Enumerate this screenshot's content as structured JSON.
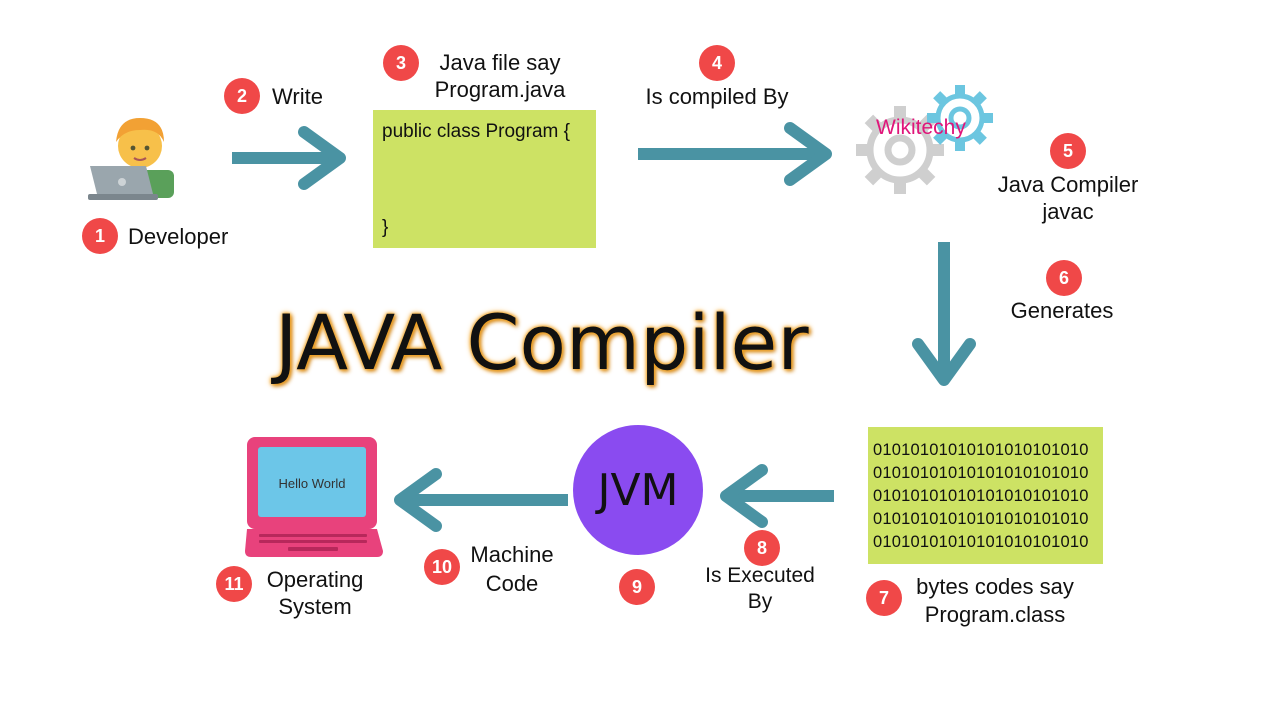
{
  "title": "JAVA Compiler",
  "steps": [
    {
      "num": "1",
      "label": "Developer"
    },
    {
      "num": "2",
      "label": "Write"
    },
    {
      "num": "3",
      "label_line1": "Java file say",
      "label_line2": "Program.java"
    },
    {
      "num": "4",
      "label": "Is compiled By"
    },
    {
      "num": "5",
      "label_line1": "Java Compiler",
      "label_line2": "javac"
    },
    {
      "num": "6",
      "label": "Generates"
    },
    {
      "num": "7",
      "label_line1": "bytes codes say",
      "label_line2": "Program.class"
    },
    {
      "num": "8",
      "label_line1": "Is Executed",
      "label_line2": "By"
    },
    {
      "num": "9",
      "label": "JVM"
    },
    {
      "num": "10",
      "label_line1": "Machine",
      "label_line2": "Code"
    },
    {
      "num": "11",
      "label_line1": "Operating",
      "label_line2": "System"
    }
  ],
  "code_box": {
    "line1": "public class Program {",
    "line2": "}"
  },
  "compiler_watermark": "Wikitechy",
  "bytecode_rows": [
    "01010101010101010101010",
    "01010101010101010101010",
    "01010101010101010101010",
    "01010101010101010101010",
    "01010101010101010101010"
  ],
  "laptop_screen_text": "Hello World",
  "icons": [
    "developer-icon",
    "gears-icon",
    "laptop-icon",
    "arrow-icon"
  ],
  "colors": {
    "badge": "#f04848",
    "arrow": "#4a93a3",
    "box": "#cde264",
    "jvm": "#8a4bf0",
    "laptop": "#e8427c",
    "screen": "#6cc6e8"
  }
}
